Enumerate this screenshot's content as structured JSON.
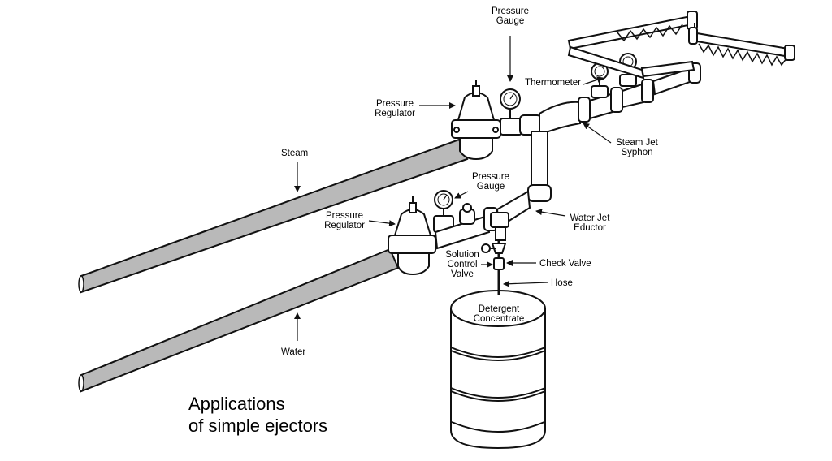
{
  "title": {
    "line1": "Applications",
    "line2": "of simple ejectors"
  },
  "labels": {
    "pressure_gauge_top": {
      "line1": "Pressure",
      "line2": "Gauge"
    },
    "thermometer": "Thermometer",
    "pressure_regulator_top": {
      "line1": "Pressure",
      "line2": "Regulator"
    },
    "steam_jet_syphon": {
      "line1": "Steam Jet",
      "line2": "Syphon"
    },
    "steam": "Steam",
    "pressure_gauge_mid": {
      "line1": "Pressure",
      "line2": "Gauge"
    },
    "pressure_regulator_mid": {
      "line1": "Pressure",
      "line2": "Regulator"
    },
    "water_jet_eductor": {
      "line1": "Water Jet",
      "line2": "Eductor"
    },
    "solution_control_valve": {
      "line1": "Solution",
      "line2": "Control",
      "line3": "Valve"
    },
    "check_valve": "Check Valve",
    "hose": "Hose",
    "detergent_concentrate": {
      "line1": "Detergent",
      "line2": "Concentrate"
    },
    "water": "Water"
  },
  "colors": {
    "pipe_fill": "#b9b9b9",
    "line": "#111111",
    "background": "#ffffff"
  }
}
